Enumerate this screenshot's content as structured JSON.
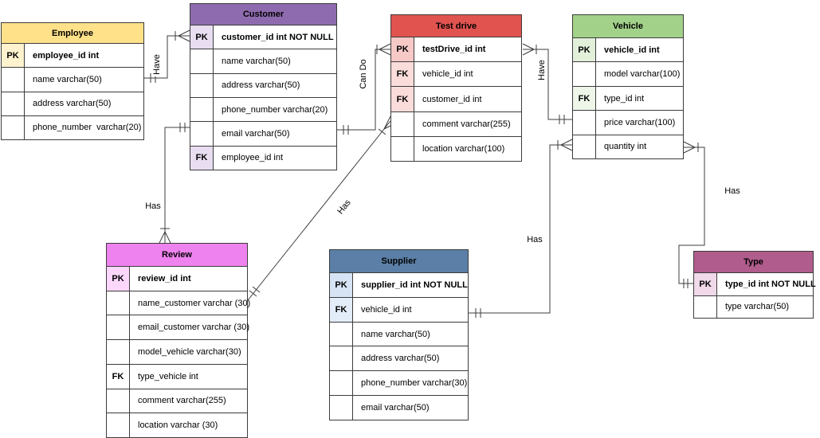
{
  "diagram": {
    "line_color": "#3c3c3c",
    "tables": [
      {
        "name": "Employee",
        "header_color": "#ffe18a",
        "rows": [
          {
            "key": "PK",
            "text": "employee_id int"
          },
          {
            "key": "",
            "text": "name varchar(50)"
          },
          {
            "key": "",
            "text": "address varchar(50)"
          },
          {
            "key": "",
            "text": "phone_number  varchar(20)"
          }
        ]
      },
      {
        "name": "Customer",
        "header_color": "#8e6bae",
        "rows": [
          {
            "key": "PK",
            "text": "customer_id int NOT NULL"
          },
          {
            "key": "",
            "text": "name varchar(50)"
          },
          {
            "key": "",
            "text": "address varchar(50)"
          },
          {
            "key": "",
            "text": "phone_number varchar(20)"
          },
          {
            "key": "",
            "text": "email varchar(50)"
          },
          {
            "key": "FK",
            "text": "employee_id int"
          }
        ]
      },
      {
        "name": "Test drive",
        "header_color": "#e0534f",
        "rows": [
          {
            "key": "PK",
            "text": "testDrive_id int"
          },
          {
            "key": "FK",
            "text": "vehicle_id int"
          },
          {
            "key": "FK",
            "text": "customer_id int"
          },
          {
            "key": "",
            "text": "comment varchar(255)"
          },
          {
            "key": "",
            "text": "location varchar(100)"
          }
        ]
      },
      {
        "name": "Vehicle",
        "header_color": "#a2d189",
        "rows": [
          {
            "key": "PK",
            "text": "vehicle_id int"
          },
          {
            "key": "",
            "text": "model varchar(100)"
          },
          {
            "key": "FK",
            "text": "type_id int"
          },
          {
            "key": "",
            "text": "price varchar(100)"
          },
          {
            "key": "",
            "text": "quantity int"
          }
        ]
      },
      {
        "name": "Review",
        "header_color": "#ee82ee",
        "rows": [
          {
            "key": "PK",
            "text": "review_id int"
          },
          {
            "key": "",
            "text": "name_customer varchar (30)"
          },
          {
            "key": "",
            "text": "email_customer varchar (30)"
          },
          {
            "key": "",
            "text": "model_vehicle varchar(30)"
          },
          {
            "key": "FK",
            "text": "type_vehicle int"
          },
          {
            "key": "",
            "text": "comment varchar(255)"
          },
          {
            "key": "",
            "text": "location varchar (30)"
          }
        ]
      },
      {
        "name": "Supplier",
        "header_color": "#5b7fa6",
        "rows": [
          {
            "key": "PK",
            "text": "supplier_id int NOT NULL"
          },
          {
            "key": "FK",
            "text": "vehicle_id int"
          },
          {
            "key": "",
            "text": "name varchar(50)"
          },
          {
            "key": "",
            "text": "address varchar(50)"
          },
          {
            "key": "",
            "text": "phone_number varchar(30)"
          },
          {
            "key": "",
            "text": "email varchar(50)"
          }
        ]
      },
      {
        "name": "Type",
        "header_color": "#b05c8c",
        "rows": [
          {
            "key": "PK",
            "text": "type_id int NOT NULL"
          },
          {
            "key": "",
            "text": "type varchar(50)"
          }
        ]
      }
    ],
    "relationships": [
      {
        "label": "Have",
        "from": "Employee",
        "to": "Customer",
        "from_card": "one",
        "to_card": "many"
      },
      {
        "label": "Can Do",
        "from": "Customer",
        "to": "Test drive",
        "from_card": "one",
        "to_card": "many"
      },
      {
        "label": "Have",
        "from": "Test drive",
        "to": "Vehicle",
        "from_card": "many",
        "to_card": "one"
      },
      {
        "label": "Has",
        "from": "Customer",
        "to": "Review",
        "from_card": "one",
        "to_card": "many"
      },
      {
        "label": "Has",
        "from": "Review",
        "to": "Test drive",
        "from_card": "one",
        "to_card": "many"
      },
      {
        "label": "Has",
        "from": "Supplier",
        "to": "Vehicle",
        "from_card": "one",
        "to_card": "many"
      },
      {
        "label": "Has",
        "from": "Vehicle",
        "to": "Type",
        "from_card": "many",
        "to_card": "one"
      }
    ]
  }
}
